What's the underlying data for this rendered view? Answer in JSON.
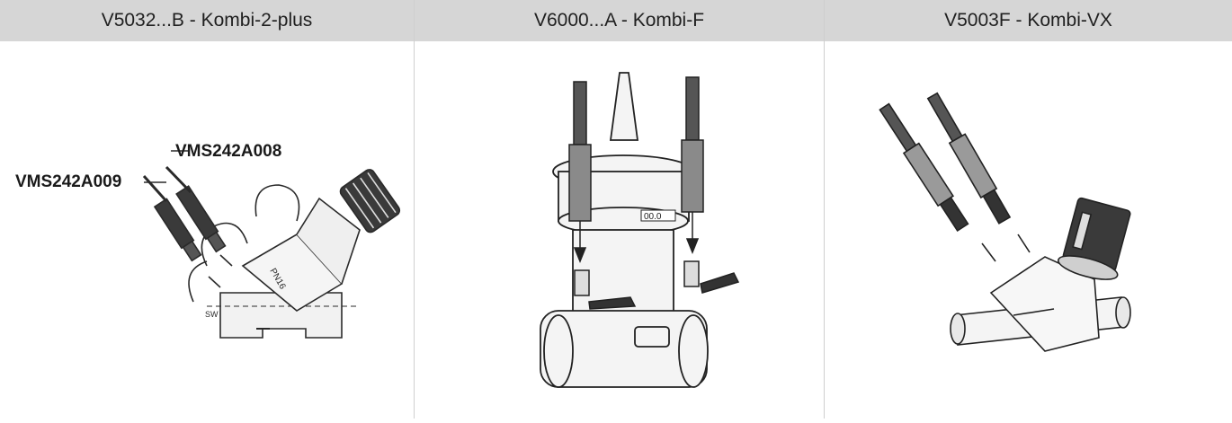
{
  "columns": [
    {
      "header": "V5032...B - Kombi-2-plus"
    },
    {
      "header": "V6000...A - Kombi-F"
    },
    {
      "header": "V5003F - Kombi-VX"
    }
  ],
  "illustration1": {
    "label_a": "VMS242A008",
    "label_b": "VMS242A009",
    "body_mark": "PN16",
    "sw_mark": "SW"
  },
  "illustration2": {
    "dial_mark": "00.0"
  }
}
